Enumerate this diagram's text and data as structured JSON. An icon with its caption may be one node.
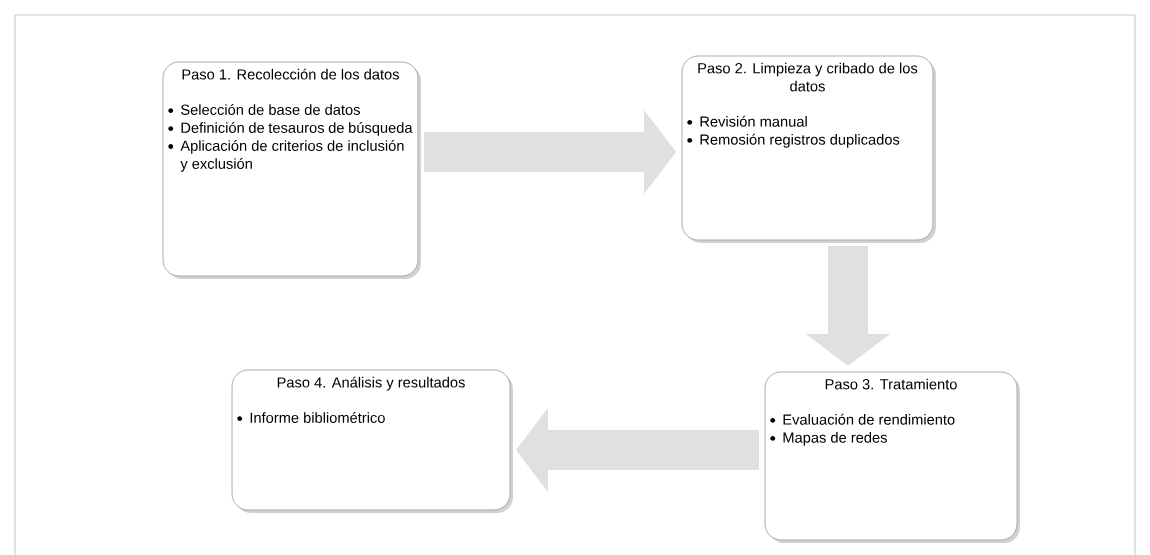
{
  "diagram": {
    "nodes": [
      {
        "text": [
          "Paso 1. Recolección de los datos",
          "Selección de base de datos",
          "Definición de tesauros de búsqueda",
          "Aplicación de criterios de inclusión y exclusión"
        ]
      },
      {
        "text": [
          "Paso 2. Limpieza y cribado de los datos",
          "Revisión manual",
          "Remosión registros duplicados"
        ]
      },
      {
        "text": [
          "Paso 3. Tratamiento",
          "Evaluación de rendimiento",
          "Mapas de redes"
        ]
      },
      {
        "text": [
          "Paso 4. Análisis y resultados",
          "Informe bibliométrico"
        ]
      }
    ],
    "edges": [
      {
        "from": 0,
        "to": 1,
        "arrow": "to"
      },
      {
        "from": 1,
        "to": 2,
        "arrow": "to"
      },
      {
        "from": 2,
        "to": 3,
        "arrow": "to"
      }
    ]
  }
}
